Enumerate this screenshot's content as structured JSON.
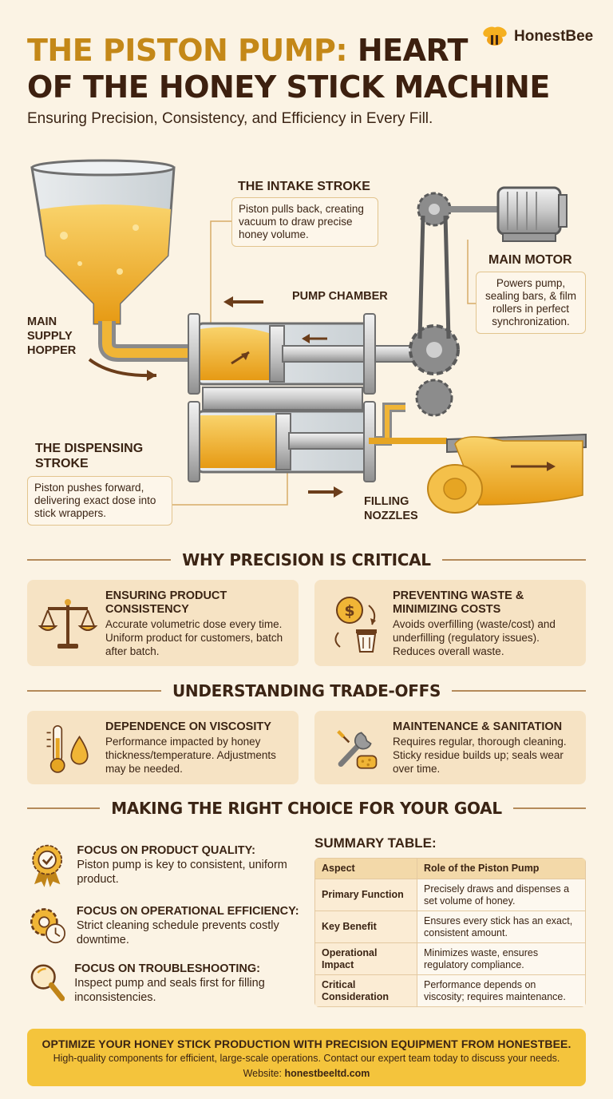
{
  "header": {
    "title_line1_gold": "THE PISTON PUMP:",
    "title_line1_dark": "HEART",
    "title_line2": "OF THE HONEY STICK MACHINE",
    "subtitle": "Ensuring Precision, Consistency, and Efficiency in Every Fill.",
    "brand": "HonestBee"
  },
  "diagram": {
    "intake_title": "THE INTAKE STROKE",
    "intake_text": "Piston pulls back, creating vacuum to draw precise honey volume.",
    "pump_chamber": "PUMP CHAMBER",
    "main_motor_title": "MAIN MOTOR",
    "main_motor_text": "Powers pump, sealing bars, & film rollers in perfect synchronization.",
    "hopper_label": [
      "MAIN",
      "SUPPLY",
      "HOPPER"
    ],
    "dispensing_title": [
      "THE DISPENSING",
      "STROKE"
    ],
    "dispensing_text": "Piston pushes forward, delivering exact dose into stick wrappers.",
    "nozzles_label": [
      "FILLING",
      "NOZZLES"
    ]
  },
  "precision": {
    "heading": "WHY PRECISION IS CRITICAL",
    "cards": [
      {
        "icon": "scale-icon",
        "title": "ENSURING PRODUCT CONSISTENCY",
        "text": "Accurate volumetric dose every time. Uniform product for customers, batch after batch."
      },
      {
        "icon": "coin-trash-icon",
        "title": "PREVENTING WASTE & MINIMIZING COSTS",
        "text": "Avoids overfilling (waste/cost) and underfilling (regulatory issues). Reduces overall waste."
      }
    ]
  },
  "tradeoffs": {
    "heading": "UNDERSTANDING TRADE-OFFS",
    "cards": [
      {
        "icon": "thermometer-drop-icon",
        "title": "DEPENDENCE ON VISCOSITY",
        "text": "Performance impacted by honey thickness/temperature. Adjustments may be needed."
      },
      {
        "icon": "wrench-sponge-icon",
        "title": "MAINTENANCE & SANITATION",
        "text": "Requires regular, thorough cleaning. Sticky residue builds up; seals wear over time."
      }
    ]
  },
  "choice": {
    "heading": "MAKING THE RIGHT CHOICE FOR YOUR GOAL",
    "focus": [
      {
        "icon": "badge-check-icon",
        "title": "FOCUS ON PRODUCT QUALITY:",
        "text": "Piston pump is key to consistent, uniform product."
      },
      {
        "icon": "gear-clock-icon",
        "title": "FOCUS ON OPERATIONAL EFFICIENCY:",
        "text": "Strict cleaning schedule prevents costly downtime."
      },
      {
        "icon": "magnifier-icon",
        "title": "FOCUS ON TROUBLESHOOTING:",
        "text": "Inspect pump and seals first for filling inconsistencies."
      }
    ],
    "table_title": "SUMMARY TABLE:",
    "table_headers": [
      "Aspect",
      "Role of the Piston Pump"
    ],
    "table_rows": [
      [
        "Primary Function",
        "Precisely draws and dispenses a set volume of honey."
      ],
      [
        "Key Benefit",
        "Ensures every stick has an exact, consistent amount."
      ],
      [
        "Operational Impact",
        "Minimizes waste, ensures regulatory compliance."
      ],
      [
        "Critical Consideration",
        "Performance depends on viscosity; requires maintenance."
      ]
    ]
  },
  "footer": {
    "heading": "OPTIMIZE YOUR HONEY STICK PRODUCTION WITH PRECISION EQUIPMENT FROM HONESTBEE.",
    "text": "High-quality components for efficient, large-scale operations. Contact our expert team today to discuss your needs.",
    "website_label": "Website:",
    "website": "honestbeeltd.com"
  }
}
